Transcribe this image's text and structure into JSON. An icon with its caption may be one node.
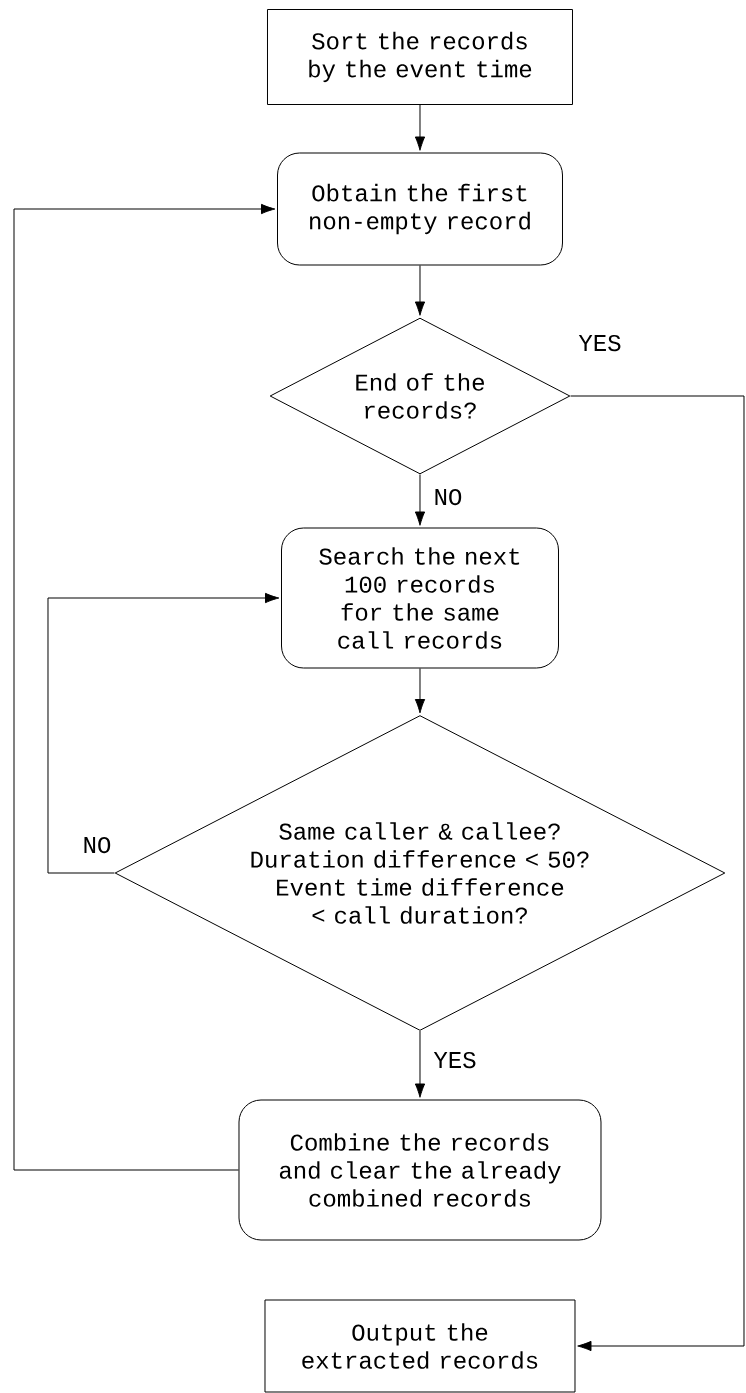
{
  "diagram": {
    "nodes": [
      {
        "text": [
          "Sort the records by the event time"
        ]
      },
      {
        "text": [
          "Obtain the first non-empty record"
        ]
      },
      {
        "text": [
          "End of the records?"
        ]
      },
      {
        "text": [
          "Search the next 100 records for the same call records"
        ]
      },
      {
        "text": [
          "Same caller & callee? Duration difference < 50? Event time difference < call duration?"
        ]
      },
      {
        "text": [
          "Combine the records and clear the already combined records"
        ]
      },
      {
        "text": [
          "Output the extracted records"
        ]
      }
    ],
    "edges": [
      {
        "from": 0,
        "to": 1,
        "arrow": "to"
      },
      {
        "from": 1,
        "to": 2,
        "arrow": "to"
      },
      {
        "from": 2,
        "to": 3,
        "arrow": "to",
        "label": "NO"
      },
      {
        "from": 3,
        "to": 4,
        "arrow": "to"
      },
      {
        "from": 4,
        "to": 5,
        "arrow": "to",
        "label": "YES"
      },
      {
        "from": 4,
        "to": 3,
        "arrow": "to",
        "label": "NO"
      },
      {
        "from": 5,
        "to": 1,
        "arrow": "to"
      },
      {
        "from": 2,
        "to": 6,
        "arrow": "to",
        "label": "YES"
      }
    ]
  }
}
